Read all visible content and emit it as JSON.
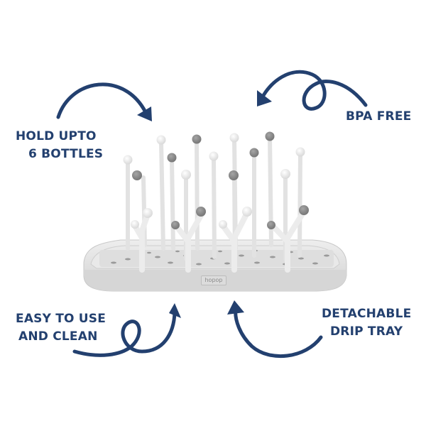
{
  "features": {
    "hold": {
      "line1": "HOLD UPTO",
      "line2": "6 BOTTLES"
    },
    "bpa": {
      "line1": "BPA FREE"
    },
    "easy": {
      "line1": "EASY TO USE",
      "line2": "AND CLEAN"
    },
    "drip": {
      "line1": "DETACHABLE",
      "line2": "DRIP TRAY"
    }
  },
  "product": {
    "name": "bottle drying rack",
    "brand_label": "hopop",
    "peg_colors": {
      "white": "#f4f4f4",
      "grey": "#8c8c8c"
    },
    "tray_color": "#e6e6e6"
  },
  "colors": {
    "accent": "#23406f",
    "background": "#ffffff"
  }
}
